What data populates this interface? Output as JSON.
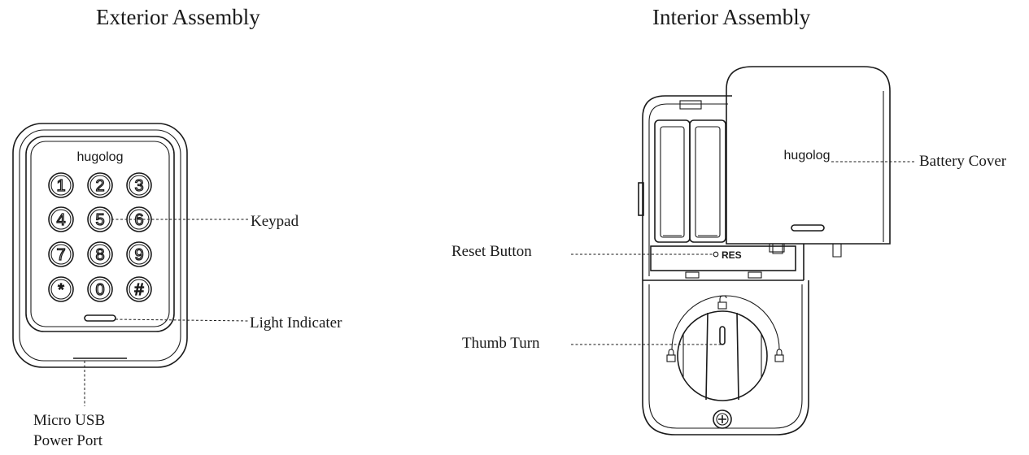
{
  "headings": {
    "exterior": "Exterior Assembly",
    "interior": "Interior Assembly"
  },
  "brand": {
    "keypad_logo": "hugolog",
    "cover_logo": "hugolog"
  },
  "keypad": {
    "keys": [
      "1",
      "2",
      "3",
      "4",
      "5",
      "6",
      "7",
      "8",
      "9",
      "*",
      "0",
      "#"
    ]
  },
  "labels": {
    "keypad": "Keypad",
    "light_indicator": "Light Indicater",
    "usb_line1": "Micro USB",
    "usb_line2": "Power Port",
    "battery_cover": "Battery Cover",
    "reset_button": "Reset Button",
    "reset_marking": "RES",
    "thumb_turn": "Thumb Turn"
  },
  "colors": {
    "line": "#1a1a1a",
    "background": "#ffffff"
  }
}
